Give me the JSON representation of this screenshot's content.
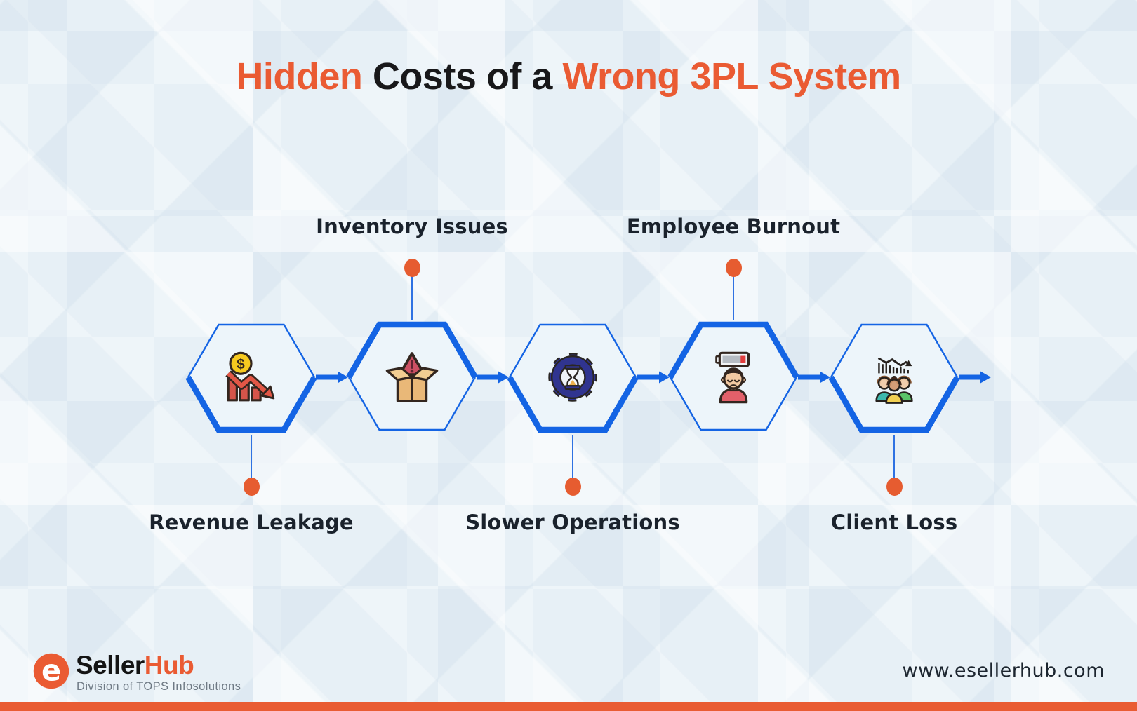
{
  "title": {
    "hidden": "Hidden",
    "middle": " Costs of a ",
    "emphasis": "Wrong 3PL System"
  },
  "steps": [
    {
      "label": "Revenue Leakage",
      "position": "below",
      "icon": "declining-revenue-icon"
    },
    {
      "label": "Inventory Issues",
      "position": "above",
      "icon": "inventory-warning-icon"
    },
    {
      "label": "Slower Operations",
      "position": "below",
      "icon": "gear-hourglass-icon"
    },
    {
      "label": "Employee Burnout",
      "position": "above",
      "icon": "burnout-battery-icon"
    },
    {
      "label": "Client Loss",
      "position": "below",
      "icon": "client-loss-icon"
    }
  ],
  "footer": {
    "brand_first": "Seller",
    "brand_second": "Hub",
    "brand_tagline": "Division of TOPS Infosolutions",
    "website": "www.esellerhub.com"
  },
  "colors": {
    "accent_orange": "#EA5B33",
    "dot_orange": "#E65C30",
    "hexagon_blue": "#1464E4",
    "text_dark": "#1A222C",
    "background": "#E7F0F6"
  }
}
